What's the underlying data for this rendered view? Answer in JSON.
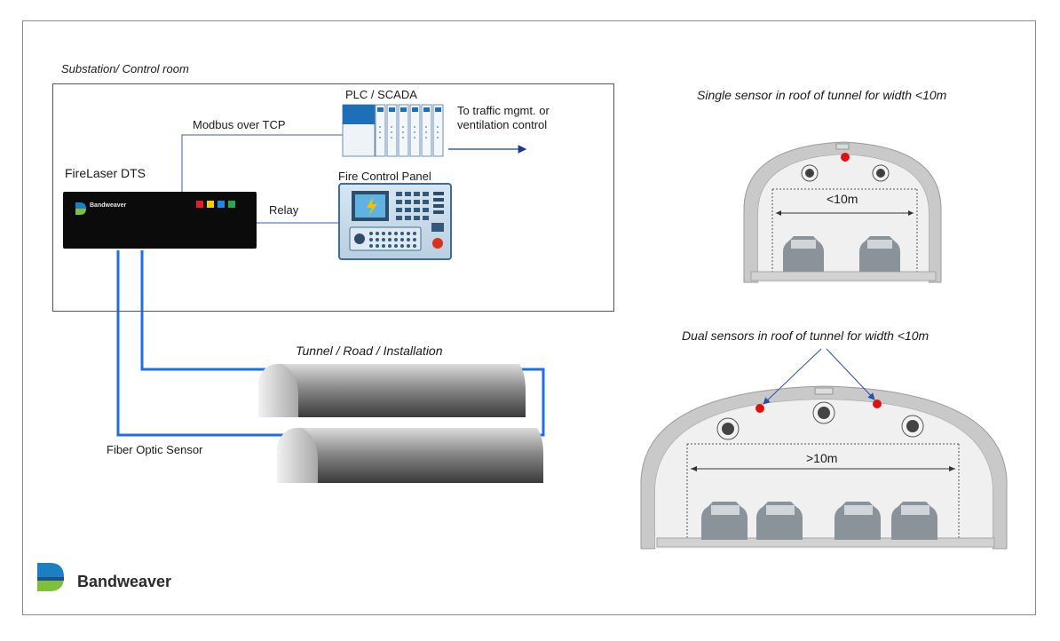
{
  "labels": {
    "substation": "Substation/ Control room",
    "plc": "PLC / SCADA",
    "traffic_line1": "To traffic mgmt. or",
    "traffic_line2": "ventilation control",
    "modbus": "Modbus over TCP",
    "firelaser": "FireLaser DTS",
    "fire_panel": "Fire Control Panel",
    "relay": "Relay",
    "tunnel_road": "Tunnel / Road / Installation",
    "fiber": "Fiber Optic Sensor",
    "single_sensor": "Single sensor in roof of tunnel for width <10m",
    "dual_sensor": "Dual sensors in roof of tunnel for width <10m",
    "width_small": "<10m",
    "width_large": ">10m"
  },
  "device": {
    "brand": "Bandweaver"
  },
  "footer": {
    "brand": "Bandweaver"
  },
  "colors": {
    "fiber": "#1f6fe0",
    "sensor": "#e01010",
    "plc_accent": "#1d6fb8",
    "tunnel_wall": "#c8c8c8"
  },
  "device_leds": [
    "#e02020",
    "#f0d000",
    "#1e88e5",
    "#2aa84a"
  ]
}
